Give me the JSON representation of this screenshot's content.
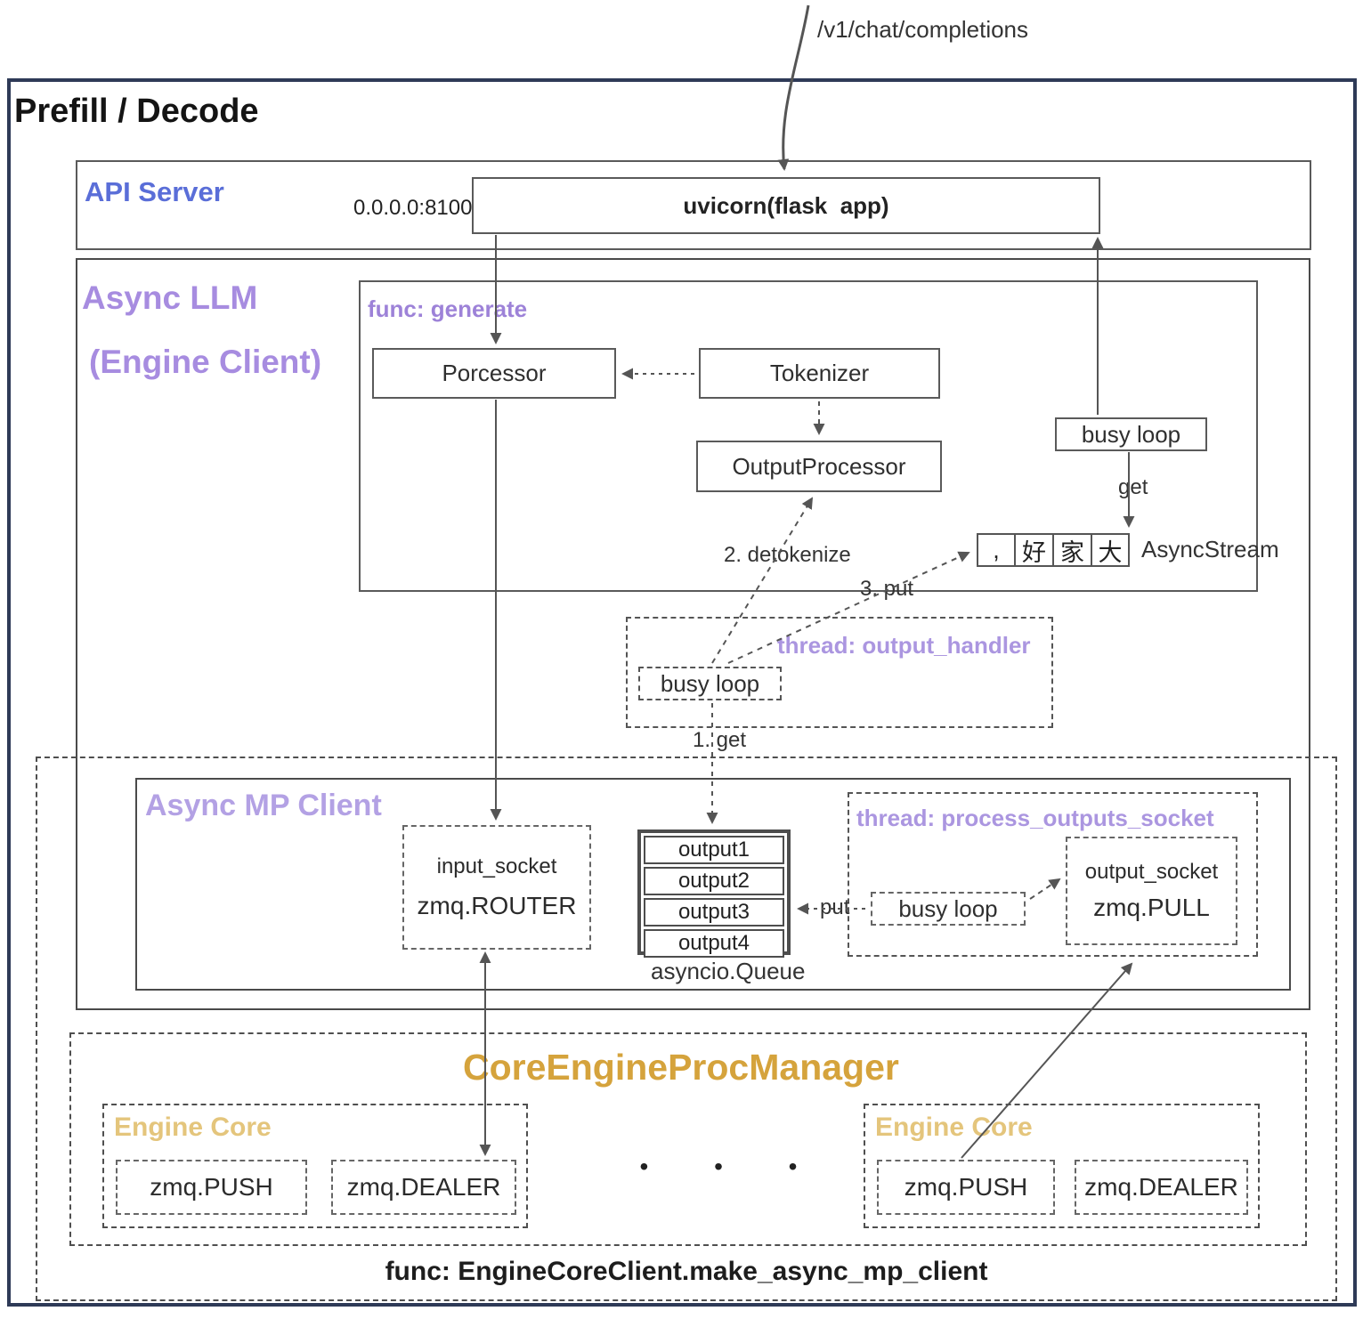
{
  "header": {
    "endpoint": "/v1/chat/completions",
    "title": "Prefill / Decode"
  },
  "api_server": {
    "title": "API Server",
    "address": "0.0.0.0:8100",
    "uvicorn": "uvicorn(flask  app)"
  },
  "async_llm": {
    "title1": "Async LLM",
    "title2": "(Engine Client)",
    "func_generate_label": "func: generate",
    "processor": "Porcessor",
    "tokenizer": "Tokenizer",
    "output_processor": "OutputProcessor",
    "busy_loop": "busy loop",
    "get": "get",
    "stream": {
      "cells": [
        ",",
        "好",
        "家",
        "大"
      ],
      "label": "AsyncStream"
    },
    "detokenize": "2. detokenize",
    "put3": "3. put",
    "output_handler": {
      "title": "thread: output_handler",
      "busy_loop": "busy loop",
      "get1": "1. get"
    }
  },
  "async_mp_client": {
    "title": "Async MP Client",
    "input_socket": {
      "name": "input_socket",
      "type": "zmq.ROUTER"
    },
    "queue": {
      "items": [
        "output1",
        "output2",
        "output3",
        "output4"
      ],
      "caption": "asyncio.Queue"
    },
    "process_outputs": {
      "title": "thread: process_outputs_socket",
      "busy_loop": "busy loop",
      "put": "put",
      "output_socket": {
        "name": "output_socket",
        "type": "zmq.PULL"
      }
    }
  },
  "core_engine_proc_manager": {
    "title": "CoreEngineProcManager",
    "ellipsis": "• • •",
    "engine_cores": [
      {
        "title": "Engine Core",
        "push": "zmq.PUSH",
        "dealer": "zmq.DEALER"
      },
      {
        "title": "Engine Core",
        "push": "zmq.PUSH",
        "dealer": "zmq.DEALER"
      }
    ],
    "footer": "func: EngineCoreClient.make_async_mp_client"
  },
  "colors": {
    "outer_border": "#2e3a57",
    "api_title": "#5a6ed8",
    "purple": "#a78ce0",
    "gold": "#d5a33c",
    "gold_light": "#e4c57c"
  }
}
